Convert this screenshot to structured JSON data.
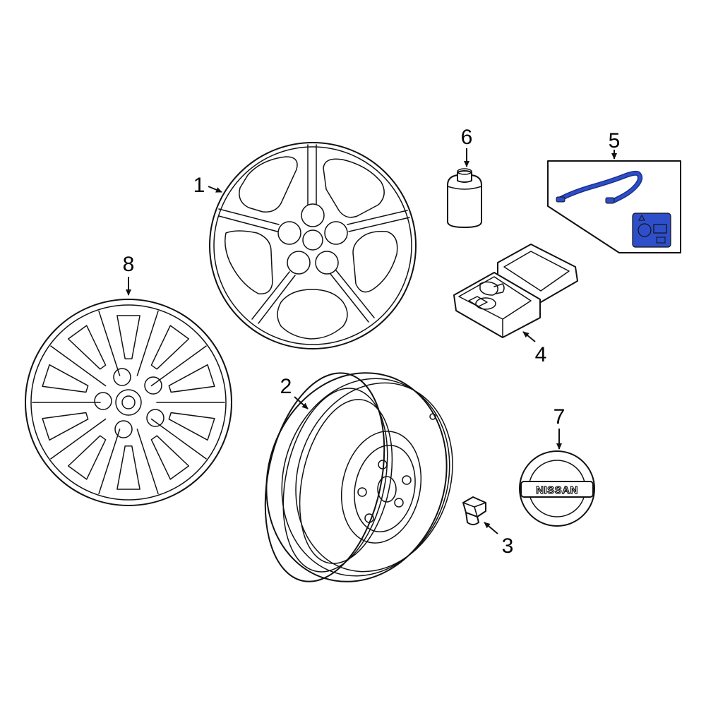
{
  "callouts": [
    {
      "id": "1",
      "label": "1"
    },
    {
      "id": "2",
      "label": "2"
    },
    {
      "id": "3",
      "label": "3"
    },
    {
      "id": "4",
      "label": "4"
    },
    {
      "id": "5",
      "label": "5"
    },
    {
      "id": "6",
      "label": "6"
    },
    {
      "id": "7",
      "label": "7"
    },
    {
      "id": "8",
      "label": "8"
    }
  ],
  "emblem": {
    "text": "NISSAN"
  },
  "colors": {
    "line": "#111111",
    "highlight": "#2e4fc9",
    "highlight_dark": "#1a2f8a",
    "background": "#ffffff"
  },
  "icons": {
    "part1": "alloy-wheel-icon",
    "part2": "steel-wheel-icon",
    "part3": "lug-nut-icon",
    "part4": "repair-kit-case-icon",
    "part5": "compressor-hose-icon",
    "part6": "sealant-bottle-icon",
    "part7": "center-cap-emblem-icon",
    "part8": "wheel-cover-icon"
  }
}
